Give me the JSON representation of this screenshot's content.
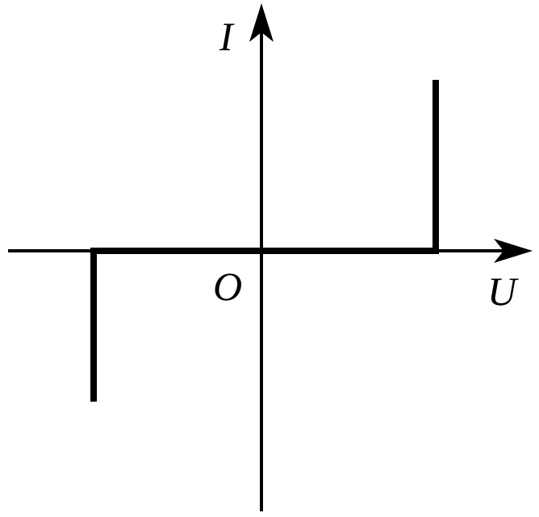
{
  "axes": {
    "y_label": "I",
    "x_label": "U",
    "origin_label": "O"
  },
  "colors": {
    "ink": "#000000",
    "background": "#ffffff"
  }
}
